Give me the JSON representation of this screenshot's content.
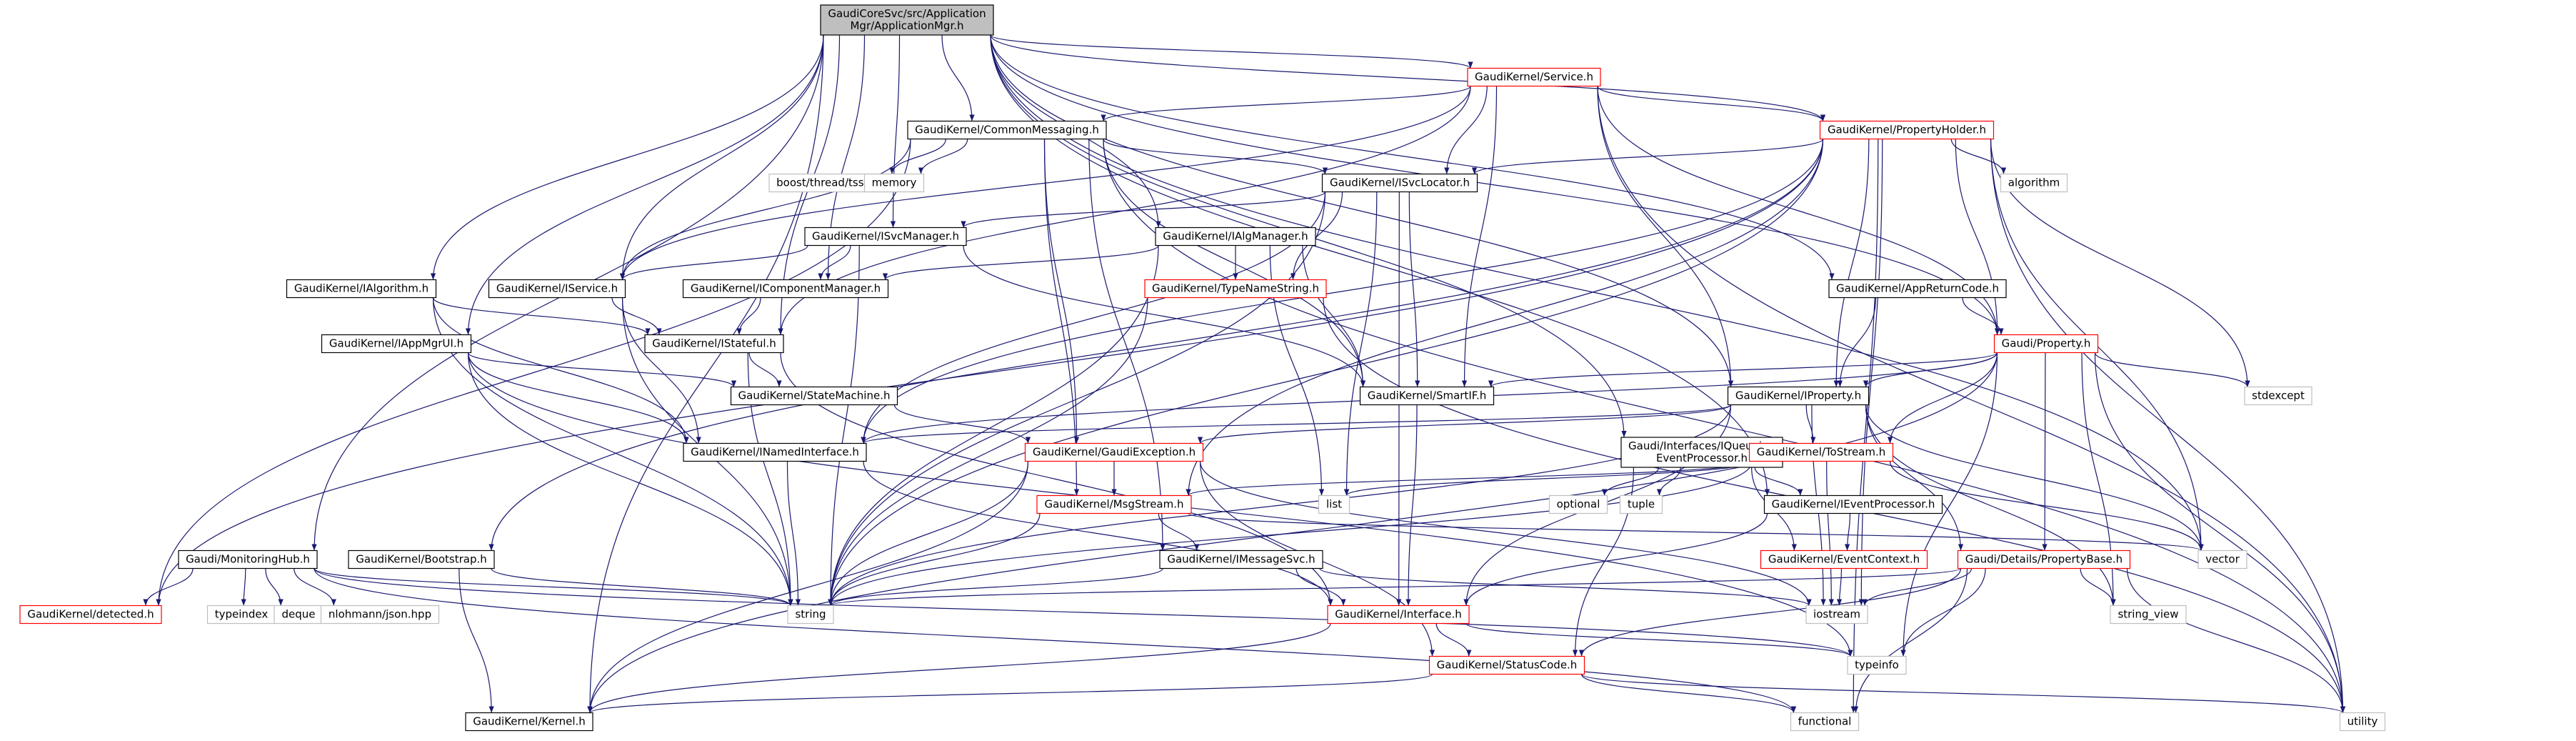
{
  "colors": {
    "edge": "#191970",
    "root_fill": "#bfbfbf",
    "root_border": "#000000",
    "local_border": "#000000",
    "incomplete_border": "#ff0000",
    "system_border": "#bfbfbf",
    "text": "#000000"
  },
  "graph": {
    "nodes": [
      {
        "id": "root",
        "label": "GaudiCoreSvc/src/Application\nMgr/ApplicationMgr.h",
        "kind": "root"
      },
      {
        "id": "service",
        "label": "GaudiKernel/Service.h",
        "kind": "incomplete"
      },
      {
        "id": "commonmsg",
        "label": "GaudiKernel/CommonMessaging.h",
        "kind": "local"
      },
      {
        "id": "propholder",
        "label": "GaudiKernel/PropertyHolder.h",
        "kind": "incomplete"
      },
      {
        "id": "boostthread",
        "label": "boost/thread/tss.hpp",
        "kind": "system"
      },
      {
        "id": "memory",
        "label": "memory",
        "kind": "system"
      },
      {
        "id": "isvclocator",
        "label": "GaudiKernel/ISvcLocator.h",
        "kind": "local"
      },
      {
        "id": "algorithm",
        "label": "algorithm",
        "kind": "system"
      },
      {
        "id": "isvcmanager",
        "label": "GaudiKernel/ISvcManager.h",
        "kind": "local"
      },
      {
        "id": "ialgmanager",
        "label": "GaudiKernel/IAlgManager.h",
        "kind": "local"
      },
      {
        "id": "ialgorithm",
        "label": "GaudiKernel/IAlgorithm.h",
        "kind": "local"
      },
      {
        "id": "iservice",
        "label": "GaudiKernel/IService.h",
        "kind": "local"
      },
      {
        "id": "icompmanager",
        "label": "GaudiKernel/IComponentManager.h",
        "kind": "local"
      },
      {
        "id": "typenamestring",
        "label": "GaudiKernel/TypeNameString.h",
        "kind": "incomplete"
      },
      {
        "id": "appreturncode",
        "label": "GaudiKernel/AppReturnCode.h",
        "kind": "local"
      },
      {
        "id": "iappmgrui",
        "label": "GaudiKernel/IAppMgrUI.h",
        "kind": "local"
      },
      {
        "id": "istateful",
        "label": "GaudiKernel/IStateful.h",
        "kind": "local"
      },
      {
        "id": "property",
        "label": "Gaudi/Property.h",
        "kind": "incomplete"
      },
      {
        "id": "statemachine",
        "label": "GaudiKernel/StateMachine.h",
        "kind": "local"
      },
      {
        "id": "smartif",
        "label": "GaudiKernel/SmartIF.h",
        "kind": "local"
      },
      {
        "id": "stdexcept",
        "label": "stdexcept",
        "kind": "system"
      },
      {
        "id": "iproperty",
        "label": "GaudiKernel/IProperty.h",
        "kind": "local"
      },
      {
        "id": "inamedinterface",
        "label": "GaudiKernel/INamedInterface.h",
        "kind": "local"
      },
      {
        "id": "gaudiexception",
        "label": "GaudiKernel/GaudiException.h",
        "kind": "incomplete"
      },
      {
        "id": "iqueueing",
        "label": "Gaudi/Interfaces/IQueueing\nEventProcessor.h",
        "kind": "local"
      },
      {
        "id": "tostream",
        "label": "GaudiKernel/ToStream.h",
        "kind": "incomplete"
      },
      {
        "id": "optional",
        "label": "optional",
        "kind": "system"
      },
      {
        "id": "tuple",
        "label": "tuple",
        "kind": "system"
      },
      {
        "id": "list",
        "label": "list",
        "kind": "system"
      },
      {
        "id": "ieventprocessor",
        "label": "GaudiKernel/IEventProcessor.h",
        "kind": "local"
      },
      {
        "id": "msgstream",
        "label": "GaudiKernel/MsgStream.h",
        "kind": "incomplete"
      },
      {
        "id": "vector",
        "label": "vector",
        "kind": "system"
      },
      {
        "id": "monitoringhub",
        "label": "Gaudi/MonitoringHub.h",
        "kind": "local"
      },
      {
        "id": "bootstrap",
        "label": "GaudiKernel/Bootstrap.h",
        "kind": "local"
      },
      {
        "id": "imessagesvc",
        "label": "GaudiKernel/IMessageSvc.h",
        "kind": "local"
      },
      {
        "id": "eventcontext",
        "label": "GaudiKernel/EventContext.h",
        "kind": "incomplete"
      },
      {
        "id": "propertybase",
        "label": "Gaudi/Details/PropertyBase.h",
        "kind": "incomplete"
      },
      {
        "id": "detected",
        "label": "GaudiKernel/detected.h",
        "kind": "incomplete"
      },
      {
        "id": "typeindex",
        "label": "typeindex",
        "kind": "system"
      },
      {
        "id": "deque",
        "label": "deque",
        "kind": "system"
      },
      {
        "id": "nlohmann",
        "label": "nlohmann/json.hpp",
        "kind": "system"
      },
      {
        "id": "string",
        "label": "string",
        "kind": "system"
      },
      {
        "id": "interface",
        "label": "GaudiKernel/Interface.h",
        "kind": "incomplete"
      },
      {
        "id": "iostream",
        "label": "iostream",
        "kind": "system"
      },
      {
        "id": "string_view",
        "label": "string_view",
        "kind": "system"
      },
      {
        "id": "typeinfo",
        "label": "typeinfo",
        "kind": "system"
      },
      {
        "id": "statuscode",
        "label": "GaudiKernel/StatusCode.h",
        "kind": "incomplete"
      },
      {
        "id": "kernel",
        "label": "GaudiKernel/Kernel.h",
        "kind": "local"
      },
      {
        "id": "functional",
        "label": "functional",
        "kind": "system"
      },
      {
        "id": "utility",
        "label": "utility",
        "kind": "system"
      }
    ],
    "edges": [
      [
        "root",
        "service"
      ],
      [
        "root",
        "commonmsg"
      ],
      [
        "root",
        "propholder"
      ],
      [
        "root",
        "ialgorithm"
      ],
      [
        "root",
        "iappmgrui"
      ],
      [
        "root",
        "iservice"
      ],
      [
        "root",
        "istateful"
      ],
      [
        "root",
        "icompmanager"
      ],
      [
        "root",
        "isvcmanager"
      ],
      [
        "root",
        "ialgmanager"
      ],
      [
        "root",
        "appreturncode"
      ],
      [
        "root",
        "iqueueing"
      ],
      [
        "root",
        "iproperty"
      ],
      [
        "root",
        "monitoringhub"
      ],
      [
        "root",
        "kernel"
      ],
      [
        "root",
        "vector"
      ],
      [
        "root",
        "property"
      ],
      [
        "root",
        "ieventprocessor"
      ],
      [
        "service",
        "commonmsg"
      ],
      [
        "service",
        "propholder"
      ],
      [
        "service",
        "isvclocator"
      ],
      [
        "service",
        "iservice"
      ],
      [
        "service",
        "smartif"
      ],
      [
        "service",
        "iproperty"
      ],
      [
        "service",
        "property"
      ],
      [
        "service",
        "istateful"
      ],
      [
        "service",
        "utility"
      ],
      [
        "commonmsg",
        "boostthread"
      ],
      [
        "commonmsg",
        "memory"
      ],
      [
        "commonmsg",
        "isvclocator"
      ],
      [
        "commonmsg",
        "gaudiexception"
      ],
      [
        "commonmsg",
        "msgstream"
      ],
      [
        "commonmsg",
        "imessagesvc"
      ],
      [
        "commonmsg",
        "smartif"
      ],
      [
        "commonmsg",
        "detected"
      ],
      [
        "commonmsg",
        "utility"
      ],
      [
        "commonmsg",
        "iservice"
      ],
      [
        "propholder",
        "algorithm"
      ],
      [
        "propholder",
        "isvclocator"
      ],
      [
        "propholder",
        "iproperty"
      ],
      [
        "propholder",
        "property"
      ],
      [
        "propholder",
        "stdexcept"
      ],
      [
        "propholder",
        "vector"
      ],
      [
        "propholder",
        "iostream"
      ],
      [
        "propholder",
        "functional"
      ],
      [
        "propholder",
        "utility"
      ],
      [
        "propholder",
        "detected"
      ],
      [
        "propholder",
        "bootstrap"
      ],
      [
        "propholder",
        "msgstream"
      ],
      [
        "propholder",
        "string"
      ],
      [
        "propholder",
        "inamedinterface"
      ],
      [
        "isvclocator",
        "isvcmanager"
      ],
      [
        "isvclocator",
        "typenamestring"
      ],
      [
        "isvclocator",
        "smartif"
      ],
      [
        "isvclocator",
        "interface"
      ],
      [
        "isvclocator",
        "list"
      ],
      [
        "isvclocator",
        "string"
      ],
      [
        "isvclocator",
        "inamedinterface"
      ],
      [
        "isvcmanager",
        "iservice"
      ],
      [
        "isvcmanager",
        "icompmanager"
      ],
      [
        "isvcmanager",
        "smartif"
      ],
      [
        "isvcmanager",
        "string"
      ],
      [
        "ialgmanager",
        "typenamestring"
      ],
      [
        "ialgmanager",
        "smartif"
      ],
      [
        "ialgmanager",
        "list"
      ],
      [
        "ialgmanager",
        "string"
      ],
      [
        "ialgmanager",
        "icompmanager"
      ],
      [
        "ialgorithm",
        "istateful"
      ],
      [
        "ialgorithm",
        "inamedinterface"
      ],
      [
        "ialgorithm",
        "string"
      ],
      [
        "iservice",
        "istateful"
      ],
      [
        "iservice",
        "inamedinterface"
      ],
      [
        "iservice",
        "string"
      ],
      [
        "icompmanager",
        "istateful"
      ],
      [
        "typenamestring",
        "string"
      ],
      [
        "typenamestring",
        "utility"
      ],
      [
        "appreturncode",
        "property"
      ],
      [
        "appreturncode",
        "iproperty"
      ],
      [
        "iappmgrui",
        "statemachine"
      ],
      [
        "iappmgrui",
        "inamedinterface"
      ],
      [
        "iappmgrui",
        "string"
      ],
      [
        "iappmgrui",
        "typeinfo"
      ],
      [
        "istateful",
        "statemachine"
      ],
      [
        "istateful",
        "interface"
      ],
      [
        "istateful",
        "string"
      ],
      [
        "property",
        "iproperty"
      ],
      [
        "property",
        "smartif"
      ],
      [
        "property",
        "stdexcept"
      ],
      [
        "property",
        "tostream"
      ],
      [
        "property",
        "propertybase"
      ],
      [
        "property",
        "typeinfo"
      ],
      [
        "property",
        "string_view"
      ],
      [
        "property",
        "utility"
      ],
      [
        "property",
        "inamedinterface"
      ],
      [
        "property",
        "kernel"
      ],
      [
        "statemachine",
        "gaudiexception"
      ],
      [
        "smartif",
        "interface"
      ],
      [
        "iproperty",
        "inamedinterface"
      ],
      [
        "iproperty",
        "gaudiexception"
      ],
      [
        "iproperty",
        "tostream"
      ],
      [
        "iproperty",
        "propertybase"
      ],
      [
        "iproperty",
        "string"
      ],
      [
        "iproperty",
        "interface"
      ],
      [
        "iproperty",
        "vector"
      ],
      [
        "iproperty",
        "iostream"
      ],
      [
        "iproperty",
        "string_view"
      ],
      [
        "inamedinterface",
        "interface"
      ],
      [
        "inamedinterface",
        "string"
      ],
      [
        "gaudiexception",
        "msgstream"
      ],
      [
        "gaudiexception",
        "statuscode"
      ],
      [
        "gaudiexception",
        "string"
      ],
      [
        "gaudiexception",
        "kernel"
      ],
      [
        "gaudiexception",
        "iostream"
      ],
      [
        "iqueueing",
        "optional"
      ],
      [
        "iqueueing",
        "tuple"
      ],
      [
        "iqueueing",
        "ieventprocessor"
      ],
      [
        "iqueueing",
        "eventcontext"
      ],
      [
        "iqueueing",
        "statuscode"
      ],
      [
        "tostream",
        "list"
      ],
      [
        "tostream",
        "vector"
      ],
      [
        "tostream",
        "iostream"
      ],
      [
        "tostream",
        "string"
      ],
      [
        "tostream",
        "msgstream"
      ],
      [
        "ieventprocessor",
        "eventcontext"
      ],
      [
        "ieventprocessor",
        "interface"
      ],
      [
        "msgstream",
        "imessagesvc"
      ],
      [
        "msgstream",
        "string"
      ],
      [
        "msgstream",
        "vector"
      ],
      [
        "monitoringhub",
        "detected"
      ],
      [
        "monitoringhub",
        "typeindex"
      ],
      [
        "monitoringhub",
        "deque"
      ],
      [
        "monitoringhub",
        "nlohmann"
      ],
      [
        "monitoringhub",
        "string"
      ],
      [
        "monitoringhub",
        "functional"
      ],
      [
        "monitoringhub",
        "typeinfo"
      ],
      [
        "bootstrap",
        "kernel"
      ],
      [
        "bootstrap",
        "string"
      ],
      [
        "imessagesvc",
        "interface"
      ],
      [
        "imessagesvc",
        "string"
      ],
      [
        "imessagesvc",
        "iostream"
      ],
      [
        "eventcontext",
        "iostream"
      ],
      [
        "propertybase",
        "string"
      ],
      [
        "propertybase",
        "iostream"
      ],
      [
        "propertybase",
        "string_view"
      ],
      [
        "propertybase",
        "typeinfo"
      ],
      [
        "propertybase",
        "functional"
      ],
      [
        "propertybase",
        "utility"
      ],
      [
        "propertybase",
        "statuscode"
      ],
      [
        "interface",
        "statuscode"
      ],
      [
        "interface",
        "kernel"
      ],
      [
        "interface",
        "typeinfo"
      ],
      [
        "statuscode",
        "kernel"
      ],
      [
        "statuscode",
        "functional"
      ],
      [
        "statuscode",
        "utility"
      ]
    ]
  }
}
